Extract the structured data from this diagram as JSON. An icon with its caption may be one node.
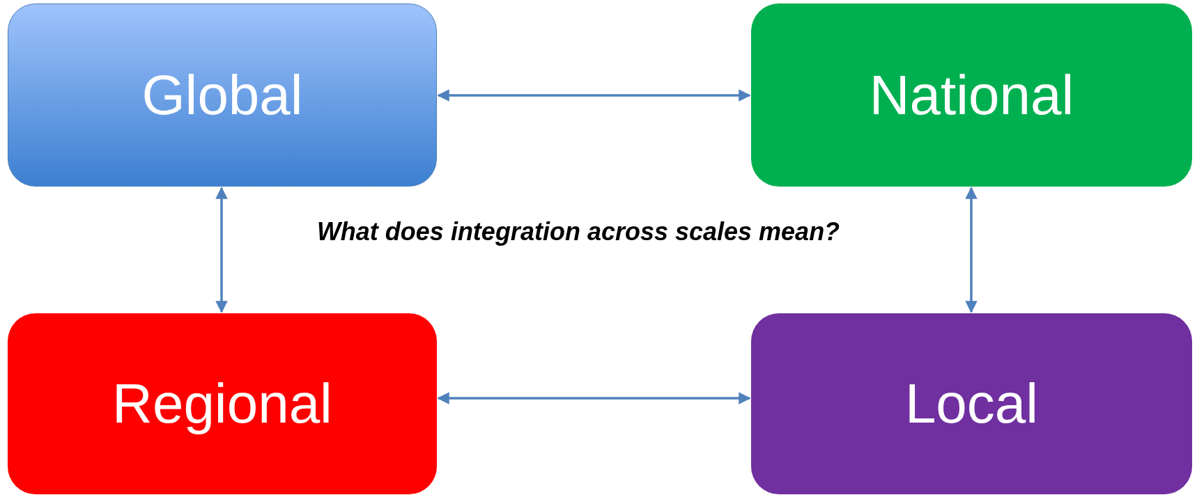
{
  "diagram": {
    "nodes": [
      {
        "text": [
          "Global"
        ]
      },
      {
        "text": [
          "National"
        ]
      },
      {
        "text": [
          "Regional"
        ]
      },
      {
        "text": [
          "Local"
        ]
      }
    ],
    "edges": [
      {
        "from": 0,
        "to": 1,
        "arrow": "both"
      },
      {
        "from": 0,
        "to": 2,
        "arrow": "both"
      },
      {
        "from": 1,
        "to": 3,
        "arrow": "both"
      },
      {
        "from": 2,
        "to": 3,
        "arrow": "both"
      }
    ],
    "labels": [
      "What does integration across scales mean?"
    ]
  }
}
